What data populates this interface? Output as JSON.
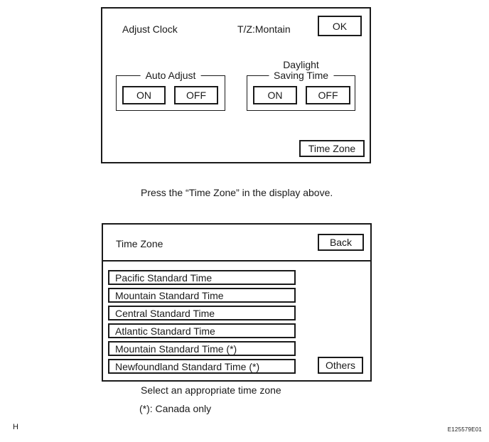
{
  "colors": {
    "ink": "#1a1a1a",
    "background": "#ffffff"
  },
  "adjust_clock_screen": {
    "title": "Adjust Clock",
    "timezone_status": "T/Z:Montain",
    "ok_button": "OK",
    "auto_adjust_group": {
      "label": "Auto Adjust",
      "on_button": "ON",
      "off_button": "OFF"
    },
    "dst_group": {
      "label_line1": "Daylight",
      "label_line2": "Saving Time",
      "on_button": "ON",
      "off_button": "OFF"
    },
    "time_zone_button": "Time Zone"
  },
  "time_zone_screen": {
    "title": "Time Zone",
    "back_button": "Back",
    "others_button": "Others",
    "list": [
      {
        "label": "Pacific Standard Time"
      },
      {
        "label": "Mountain Standard Time"
      },
      {
        "label": "Central Standard Time"
      },
      {
        "label": "Atlantic Standard Time"
      },
      {
        "label": "Mountain Standard Time (*)"
      },
      {
        "label": "Newfoundland Standard Time (*)"
      }
    ]
  },
  "captions": {
    "press_time_zone": "Press the “Time Zone” in the display above.",
    "select_time_zone": "Select an appropriate time zone",
    "canada_note": "(*): Canada only"
  },
  "document": {
    "page_marker": "H",
    "figure_code": "E125579E01"
  }
}
